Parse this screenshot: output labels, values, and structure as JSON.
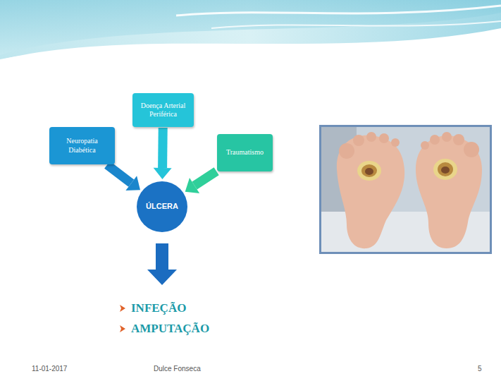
{
  "diagram": {
    "nodes": [
      {
        "text": [
          "Neuropatia Diabética"
        ]
      },
      {
        "text": [
          "Doença Arterial Periférica"
        ]
      },
      {
        "text": [
          "Traumatismo"
        ]
      },
      {
        "text": [
          "ÚLCERA"
        ]
      }
    ],
    "edges": [
      {
        "from": 0,
        "to": 3,
        "arrow": "to"
      },
      {
        "from": 1,
        "to": 3,
        "arrow": "to"
      },
      {
        "from": 2,
        "to": 3,
        "arrow": "to"
      }
    ],
    "labels": [
      "INFEÇÃO",
      "AMPUTAÇÃO",
      "11-01-2017",
      "Dulce Fonseca",
      "5"
    ]
  }
}
